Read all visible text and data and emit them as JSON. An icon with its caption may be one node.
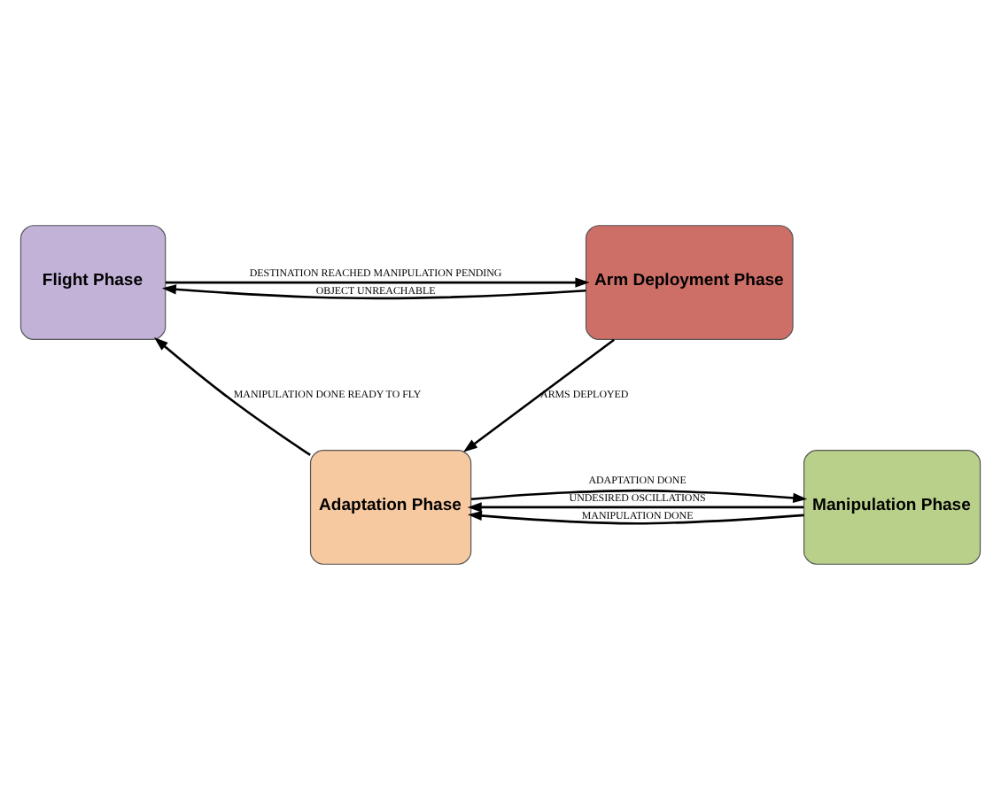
{
  "diagram": {
    "nodes": [
      {
        "text": [
          "Flight Phase"
        ]
      },
      {
        "text": [
          "Arm Deployment Phase"
        ]
      },
      {
        "text": [
          "Manipulation Phase"
        ]
      },
      {
        "text": [
          "Adaptation Phase"
        ]
      }
    ],
    "edges": [
      {
        "from": 0,
        "to": 1,
        "arrow": "to",
        "label": "DESTINATION REACHED MANIPULATION PENDING"
      },
      {
        "from": 1,
        "to": 0,
        "arrow": "to",
        "label": "OBJECT UNREACHABLE"
      },
      {
        "from": 1,
        "to": 3,
        "arrow": "to",
        "label": "ARMS DEPLOYED"
      },
      {
        "from": 3,
        "to": 0,
        "arrow": "to",
        "label": "MANIPULATION DONE READY TO FLY"
      },
      {
        "from": 3,
        "to": 2,
        "arrow": "to",
        "label": "ADAPTATION DONE"
      },
      {
        "from": 2,
        "to": 3,
        "arrow": "to",
        "label": "UNDESIRED OSCILLATIONS"
      },
      {
        "from": 2,
        "to": 3,
        "arrow": "to",
        "label": "MANIPULATION DONE"
      }
    ]
  }
}
